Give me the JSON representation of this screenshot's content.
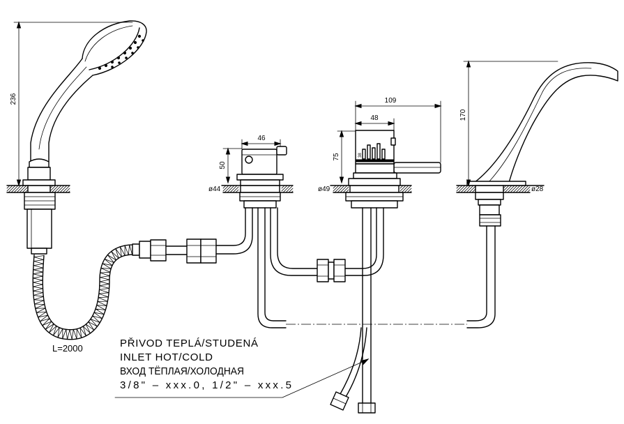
{
  "dimensions": {
    "handshower_height": "236",
    "hose_length": "L=2000",
    "diverter_width": "46",
    "diverter_height": "50",
    "diverter_hole": "ø44",
    "mixer_total_width": "109",
    "mixer_body_width": "48",
    "mixer_height": "75",
    "mixer_hole": "ø49",
    "spout_height": "170",
    "spout_hole": "ø28"
  },
  "thermostat_mark": "38",
  "note": {
    "line1": "PŘIVOD TEPLÁ/STUDENÁ",
    "line2": "INLET HOT/COLD",
    "line3": "ВХОД ТЁПЛАЯ/ХОЛОДНАЯ",
    "line4": "3/8\" – xxx.0, 1/2\" – xxx.5"
  },
  "colors": {
    "line": "#000000",
    "background": "#ffffff"
  }
}
